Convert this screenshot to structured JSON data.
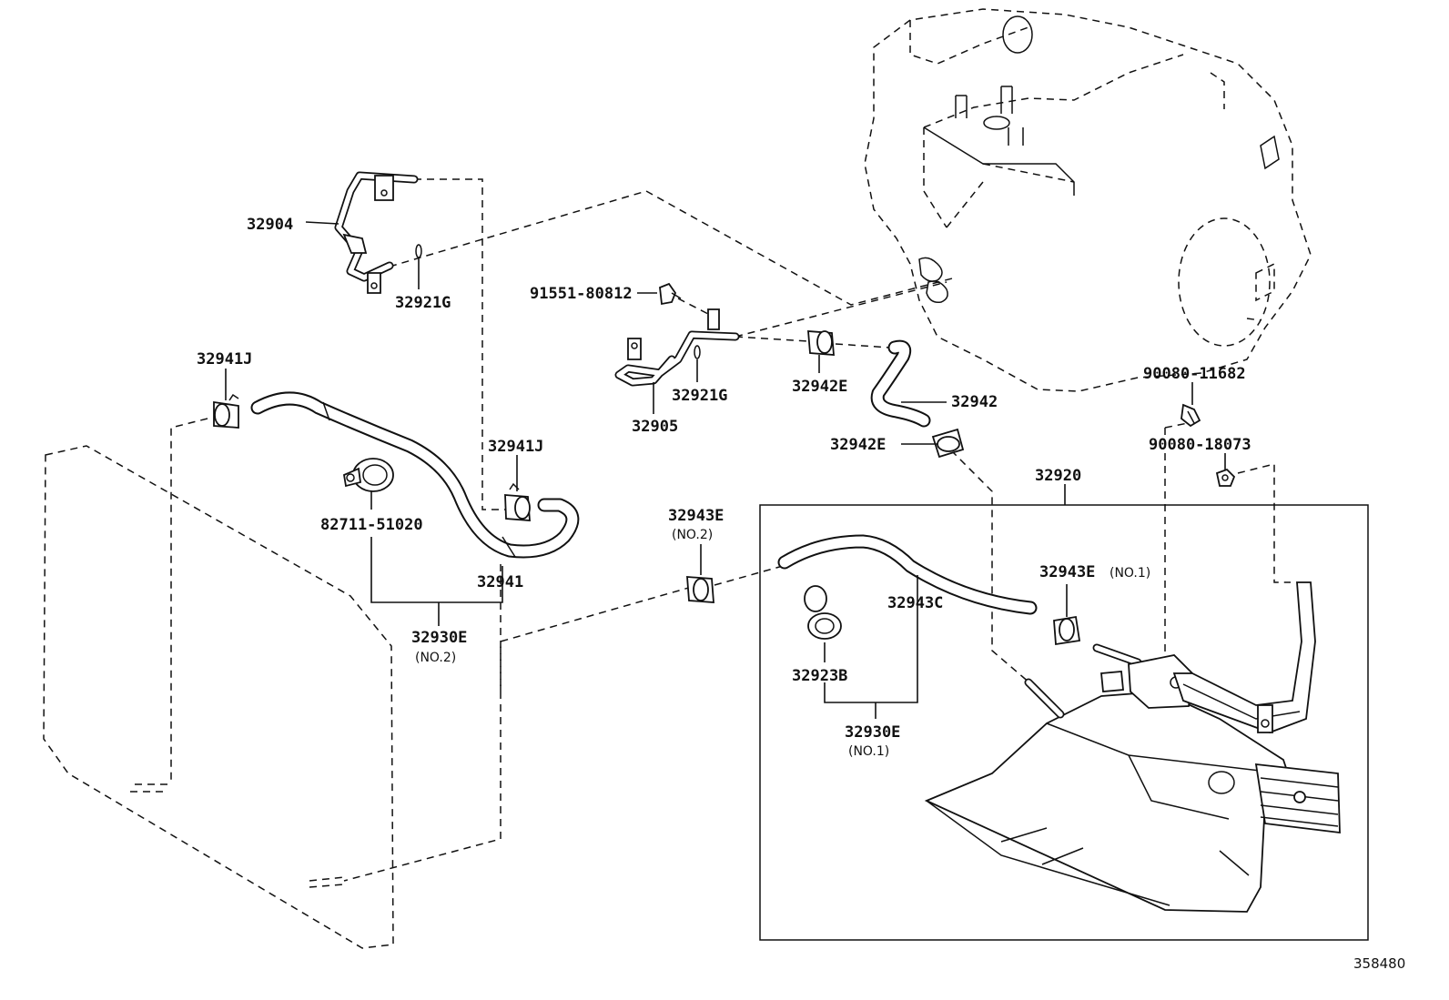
{
  "labels": {
    "p32904": "32904",
    "p32921g_a": "32921G",
    "p32941j_a": "32941J",
    "p82711": "82711-51020",
    "p32941j_b": "32941J",
    "p32941": "32941",
    "p32930e_2": "32930E",
    "p32930e_2_sub": "(NO.2)",
    "p91551": "91551-80812",
    "p32921g_b": "32921G",
    "p32905": "32905",
    "p32942e_a": "32942E",
    "p32942": "32942",
    "p32942e_b": "32942E",
    "p90080_11682": "90080-11682",
    "p90080_18073": "90080-18073",
    "p32920": "32920",
    "p32943e_2": "32943E",
    "p32943e_2_sub": "(NO.2)",
    "p32943e_1": "32943E",
    "p32943e_1_sub": "(NO.1)",
    "p32943c": "32943C",
    "p32923b": "32923B",
    "p32930e_1": "32930E",
    "p32930e_1_sub": "(NO.1)",
    "diagram_ref": "358480"
  }
}
